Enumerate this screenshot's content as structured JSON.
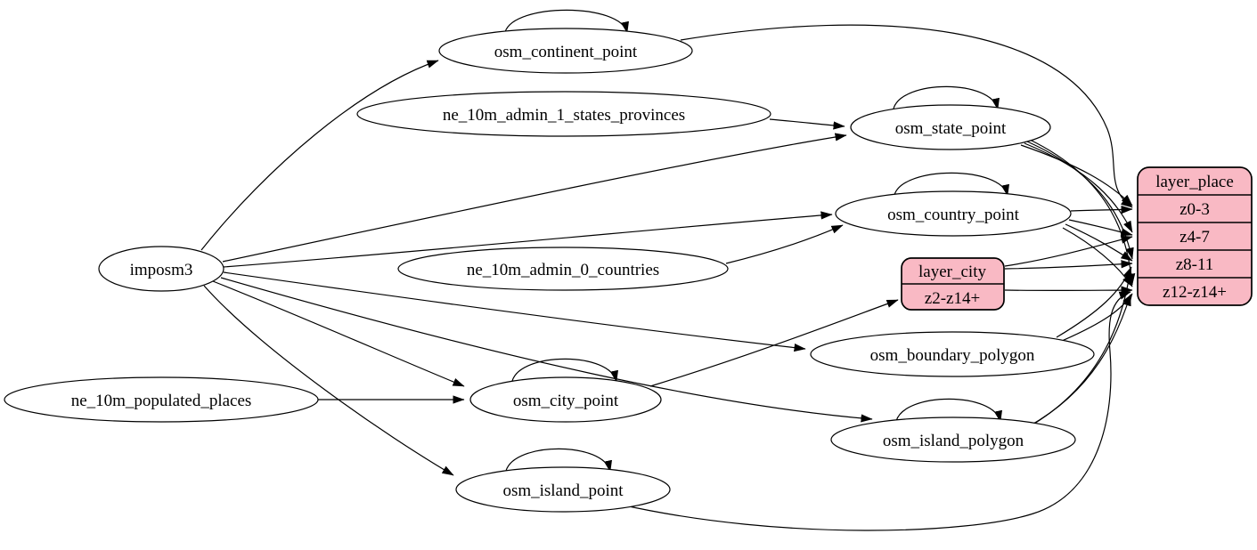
{
  "diagram": {
    "kind": "etl-graph",
    "colors": {
      "background": "#ffffff",
      "node_fill": "#ffffff",
      "node_stroke": "#000000",
      "edge": "#000000",
      "record_fill": "#f9b9c4",
      "record_stroke": "#000000",
      "text": "#000000"
    },
    "nodes": [
      {
        "id": "osm_continent_point",
        "label": "osm_continent_point",
        "self_loop": true
      },
      {
        "id": "ne_10m_admin_1_states_provinces",
        "label": "ne_10m_admin_1_states_provinces",
        "self_loop": false
      },
      {
        "id": "osm_state_point",
        "label": "osm_state_point",
        "self_loop": true
      },
      {
        "id": "osm_country_point",
        "label": "osm_country_point",
        "self_loop": true
      },
      {
        "id": "ne_10m_admin_0_countries",
        "label": "ne_10m_admin_0_countries",
        "self_loop": false
      },
      {
        "id": "imposm3",
        "label": "imposm3",
        "self_loop": false
      },
      {
        "id": "osm_boundary_polygon",
        "label": "osm_boundary_polygon",
        "self_loop": false
      },
      {
        "id": "osm_city_point",
        "label": "osm_city_point",
        "self_loop": true
      },
      {
        "id": "ne_10m_populated_places",
        "label": "ne_10m_populated_places",
        "self_loop": false
      },
      {
        "id": "osm_island_polygon",
        "label": "osm_island_polygon",
        "self_loop": true
      },
      {
        "id": "osm_island_point",
        "label": "osm_island_point",
        "self_loop": true
      }
    ],
    "records": [
      {
        "id": "layer_city",
        "rows": [
          "layer_city",
          "z2-z14+"
        ]
      },
      {
        "id": "layer_place",
        "rows": [
          "layer_place",
          "z0-3",
          "z4-7",
          "z8-11",
          "z12-z14+"
        ]
      }
    ],
    "edges": [
      {
        "from": "imposm3",
        "to": "osm_continent_point"
      },
      {
        "from": "imposm3",
        "to": "osm_state_point"
      },
      {
        "from": "imposm3",
        "to": "osm_country_point"
      },
      {
        "from": "imposm3",
        "to": "osm_city_point"
      },
      {
        "from": "imposm3",
        "to": "osm_island_point"
      },
      {
        "from": "imposm3",
        "to": "osm_island_polygon"
      },
      {
        "from": "imposm3",
        "to": "osm_boundary_polygon"
      },
      {
        "from": "ne_10m_admin_1_states_provinces",
        "to": "osm_state_point"
      },
      {
        "from": "ne_10m_admin_0_countries",
        "to": "osm_country_point"
      },
      {
        "from": "ne_10m_populated_places",
        "to": "osm_city_point"
      },
      {
        "from": "osm_continent_point",
        "to": "osm_continent_point"
      },
      {
        "from": "osm_state_point",
        "to": "osm_state_point"
      },
      {
        "from": "osm_country_point",
        "to": "osm_country_point"
      },
      {
        "from": "osm_city_point",
        "to": "osm_city_point"
      },
      {
        "from": "osm_island_polygon",
        "to": "osm_island_polygon"
      },
      {
        "from": "osm_island_point",
        "to": "osm_island_point"
      },
      {
        "from": "osm_city_point",
        "to": "layer_city.z2-z14+"
      },
      {
        "from": "osm_continent_point",
        "to": "layer_place.z0-3"
      },
      {
        "from": "osm_state_point",
        "to": "layer_place.z0-3"
      },
      {
        "from": "osm_state_point",
        "to": "layer_place.z4-7"
      },
      {
        "from": "osm_state_point",
        "to": "layer_place.z8-11"
      },
      {
        "from": "osm_state_point",
        "to": "layer_place.z12-z14+"
      },
      {
        "from": "osm_country_point",
        "to": "layer_place.z0-3"
      },
      {
        "from": "osm_country_point",
        "to": "layer_place.z4-7"
      },
      {
        "from": "osm_country_point",
        "to": "layer_place.z8-11"
      },
      {
        "from": "osm_country_point",
        "to": "layer_place.z12-z14+"
      },
      {
        "from": "layer_city.z2-z14+",
        "to": "layer_place.z4-7"
      },
      {
        "from": "layer_city.z2-z14+",
        "to": "layer_place.z8-11"
      },
      {
        "from": "layer_city.z2-z14+",
        "to": "layer_place.z12-z14+"
      },
      {
        "from": "osm_boundary_polygon",
        "to": "layer_place.z8-11"
      },
      {
        "from": "osm_boundary_polygon",
        "to": "layer_place.z12-z14+"
      },
      {
        "from": "osm_island_polygon",
        "to": "layer_place.z8-11"
      },
      {
        "from": "osm_island_polygon",
        "to": "layer_place.z12-z14+"
      },
      {
        "from": "osm_island_point",
        "to": "layer_place.z12-z14+"
      }
    ]
  }
}
